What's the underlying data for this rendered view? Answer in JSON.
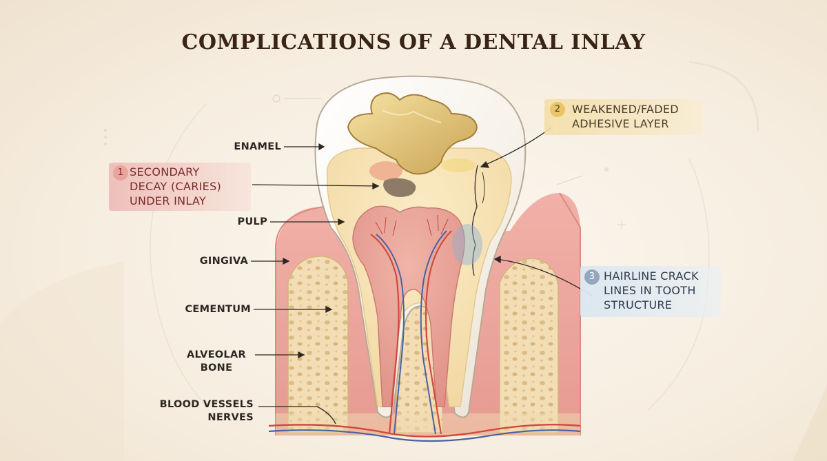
{
  "title": "COMPLICATIONS OF A DENTAL INLAY",
  "labels": {
    "enamel": "ENAMEL",
    "pulp": "PULP",
    "gingiva": "GINGIVA",
    "cementum": "CEMENTUM",
    "alveolar_bone_1": "ALVEOLAR",
    "alveolar_bone_2": "BONE",
    "vessels_1": "BLOOD VESSELS",
    "vessels_2": "NERVES"
  },
  "callouts": [
    {
      "number": "1",
      "lines": [
        "SECONDARY",
        "DECAY (CARIES)",
        "UNDER INLAY"
      ],
      "color": "#e9a49b"
    },
    {
      "number": "2",
      "lines": [
        "WEAKENED/FADED",
        "ADHESIVE LAYER"
      ],
      "color": "#e8c566"
    },
    {
      "number": "3",
      "lines": [
        "HAIRLINE CRACK",
        "LINES IN TOOTH",
        "STRUCTURE"
      ],
      "color": "#93a8be"
    }
  ],
  "colors": {
    "enamel": "#fbf8f2",
    "dentin": "#f6e3b3",
    "pulp": "#e8a59a",
    "inlay_gold": "#e3c77c",
    "gingiva": "#eea9a1",
    "bone": "#f3ddb4",
    "artery": "#cf4a3e",
    "vein": "#4a62a0"
  }
}
